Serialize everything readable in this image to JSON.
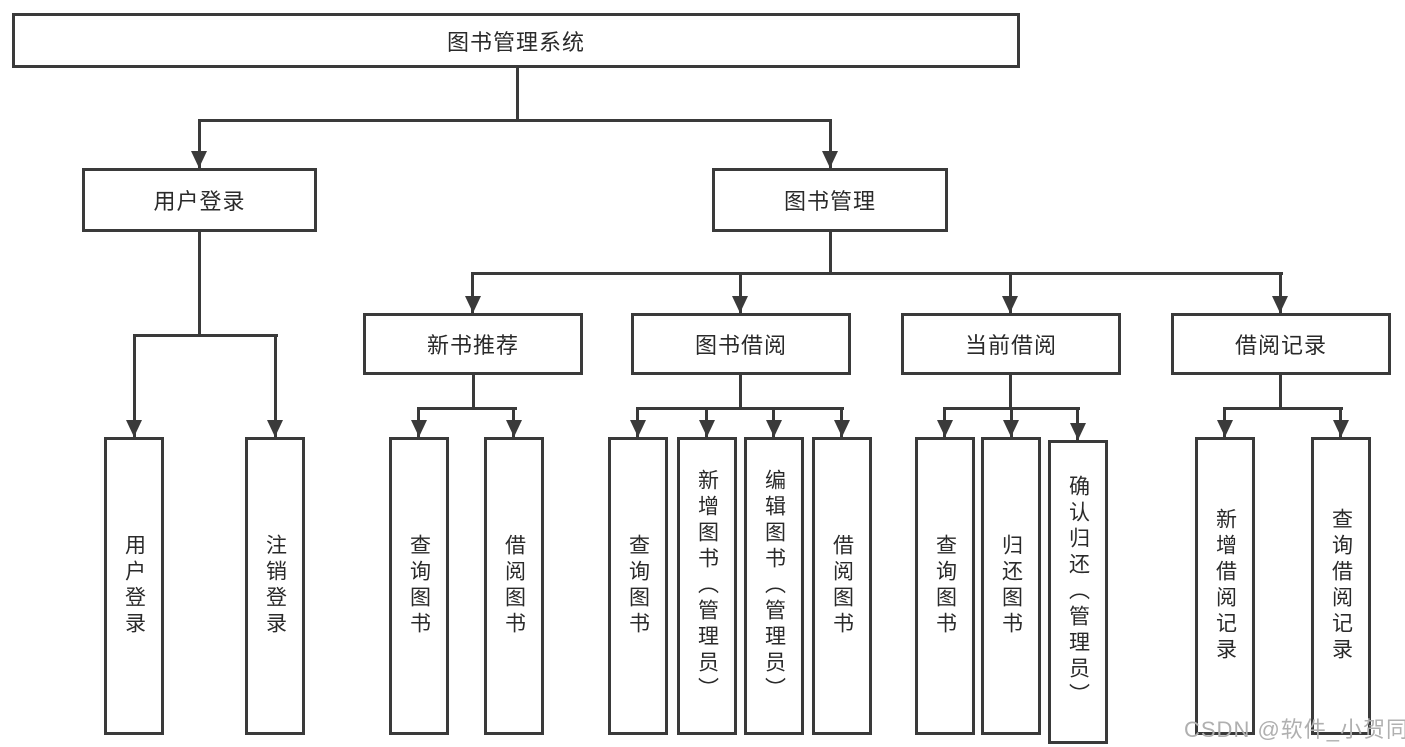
{
  "tree": {
    "label": "图书管理系统",
    "children": [
      {
        "label": "用户登录",
        "children": [
          {
            "label": "用户登录"
          },
          {
            "label": "注销登录"
          }
        ]
      },
      {
        "label": "图书管理",
        "children": [
          {
            "label": "新书推荐",
            "children": [
              {
                "label": "查询图书"
              },
              {
                "label": "借阅图书"
              }
            ]
          },
          {
            "label": "图书借阅",
            "children": [
              {
                "label": "查询图书"
              },
              {
                "label": "新增图书（管理员）"
              },
              {
                "label": "编辑图书（管理员）"
              },
              {
                "label": "借阅图书"
              }
            ]
          },
          {
            "label": "当前借阅",
            "children": [
              {
                "label": "查询图书"
              },
              {
                "label": "归还图书"
              },
              {
                "label": "确认归还（管理员）"
              }
            ]
          },
          {
            "label": "借阅记录",
            "children": [
              {
                "label": "新增借阅记录"
              },
              {
                "label": "查询借阅记录"
              }
            ]
          }
        ]
      }
    ]
  },
  "watermark": {
    "text": "CSDN @软件_小贺同学"
  },
  "colors": {
    "line": "#3a3a3a",
    "box_border": "#3a3a3a",
    "box_fill": "#ffffff",
    "text": "#2a2a2a",
    "watermark": "#b0b0b0",
    "background": "#ffffff"
  }
}
